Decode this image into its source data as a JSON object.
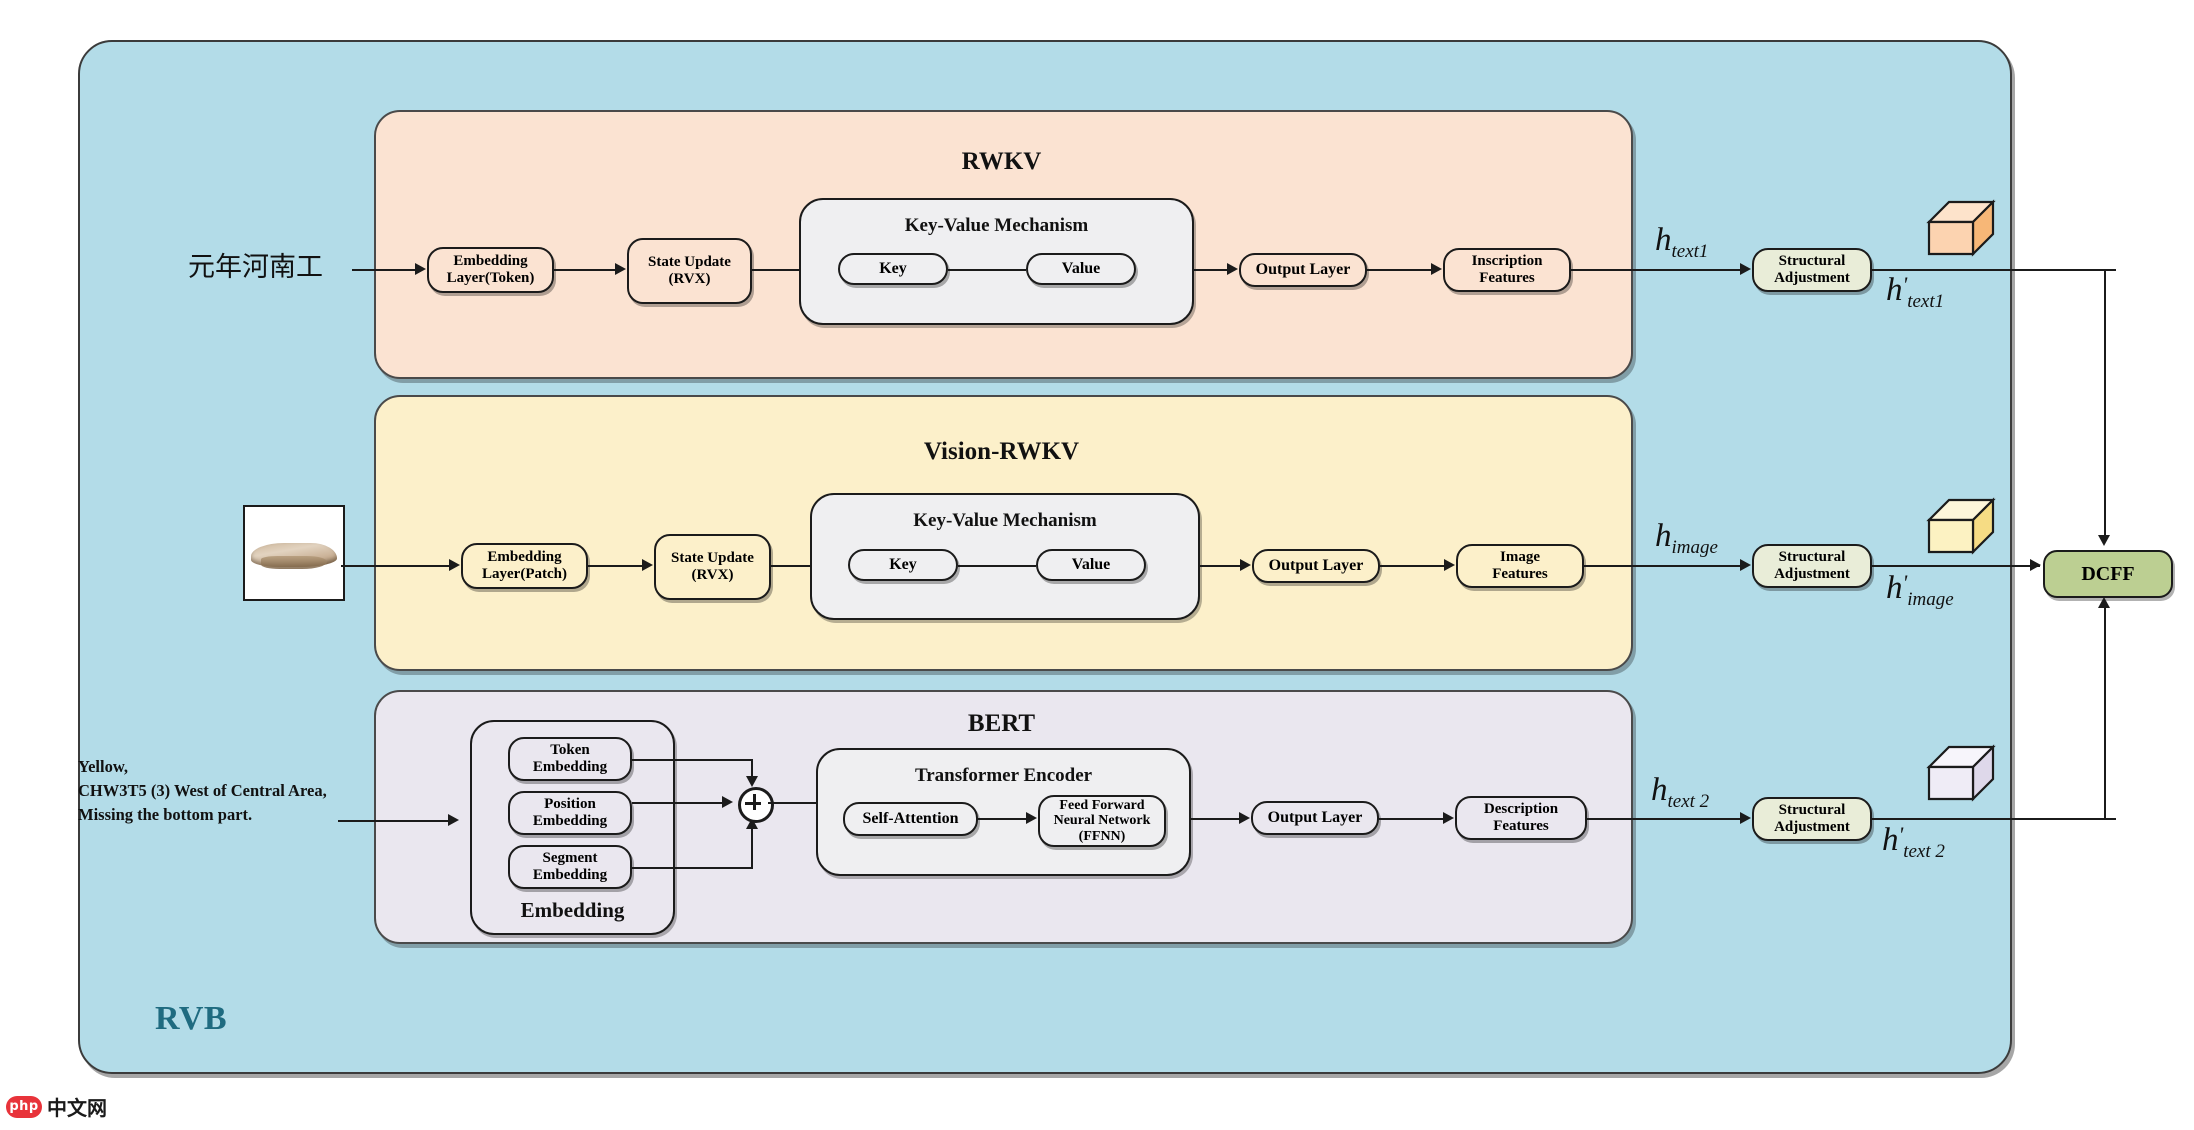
{
  "diagram": {
    "outer_label": "RVB",
    "outer_color": "#b3dce8",
    "fusion": {
      "label": "DCFF",
      "color": "#bccf92"
    }
  },
  "inputs": {
    "chinese_text": "元年河南工",
    "description_text": "Yellow,\nCHW3T5 (3) West of Central Area,\n Missing the bottom part.",
    "image_caption": "inscription-fragment-thumbnail"
  },
  "modules": [
    {
      "id": "rwkv",
      "title": "RWKV",
      "color": "#fbe3d2",
      "embedding": "Embedding\nLayer(Token)",
      "state_update": "State Update\n(RVX)",
      "group_title": "Key-Value Mechanism",
      "key": "Key",
      "value": "Value",
      "output_layer": "Output Layer",
      "features": "Inscription\nFeatures",
      "h_base": "h",
      "h_sub": "text1",
      "adjust": "Structural\nAdjustment",
      "h_out_base": "h",
      "h_out_sub": "text1",
      "cube_color": "#f7b777"
    },
    {
      "id": "vision-rwkv",
      "title": "Vision-RWKV",
      "color": "#fcf0ca",
      "embedding": "Embedding\nLayer(Patch)",
      "state_update": "State Update\n(RVX)",
      "group_title": "Key-Value Mechanism",
      "key": "Key",
      "value": "Value",
      "output_layer": "Output Layer",
      "features": "Image\nFeatures",
      "h_base": "h",
      "h_sub": "image",
      "adjust": "Structural\nAdjustment",
      "h_out_base": "h",
      "h_out_sub": "image",
      "cube_color": "#f6dc84"
    },
    {
      "id": "bert",
      "title": "BERT",
      "color": "#eae7ef",
      "embedding_group_title": "Embedding",
      "token_embedding": "Token\nEmbedding",
      "position_embedding": "Position\nEmbedding",
      "segment_embedding": "Segment\nEmbedding",
      "group_title": "Transformer Encoder",
      "self_attention": "Self-Attention",
      "ffnn": "Feed Forward\nNeural Network\n(FFNN)",
      "output_layer": "Output Layer",
      "features": "Description\nFeatures",
      "h_base": "h",
      "h_sub": "text 2",
      "adjust": "Structural\nAdjustment",
      "h_out_base": "h",
      "h_out_sub": "text 2",
      "cube_color": "#ded8ea"
    }
  ],
  "watermark": {
    "badge": "php",
    "text": "中文网"
  }
}
